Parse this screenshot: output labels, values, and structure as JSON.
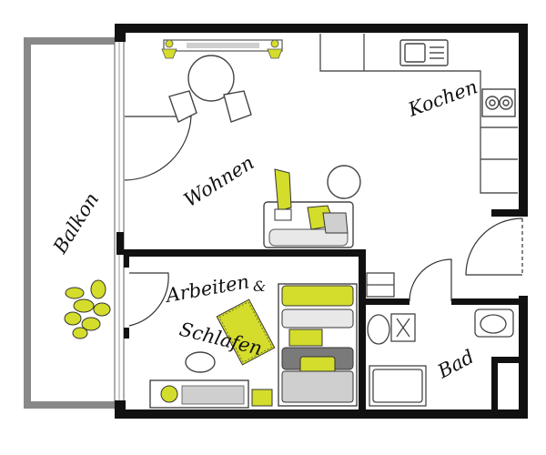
{
  "rooms": {
    "balcony": "Balkon",
    "living": "Wohnen",
    "kitchen": "Kochen",
    "work_line1": "Arbeiten",
    "work_amp": "&",
    "work_line2": "Schlafen",
    "bath": "Bad"
  },
  "colors": {
    "wall": "#111111",
    "balcony_wall": "#888888",
    "accent": "#d4dc2c",
    "line": "#555555",
    "grey_fill": "#cfcfcf",
    "dark_fill": "#7a7a7a"
  }
}
